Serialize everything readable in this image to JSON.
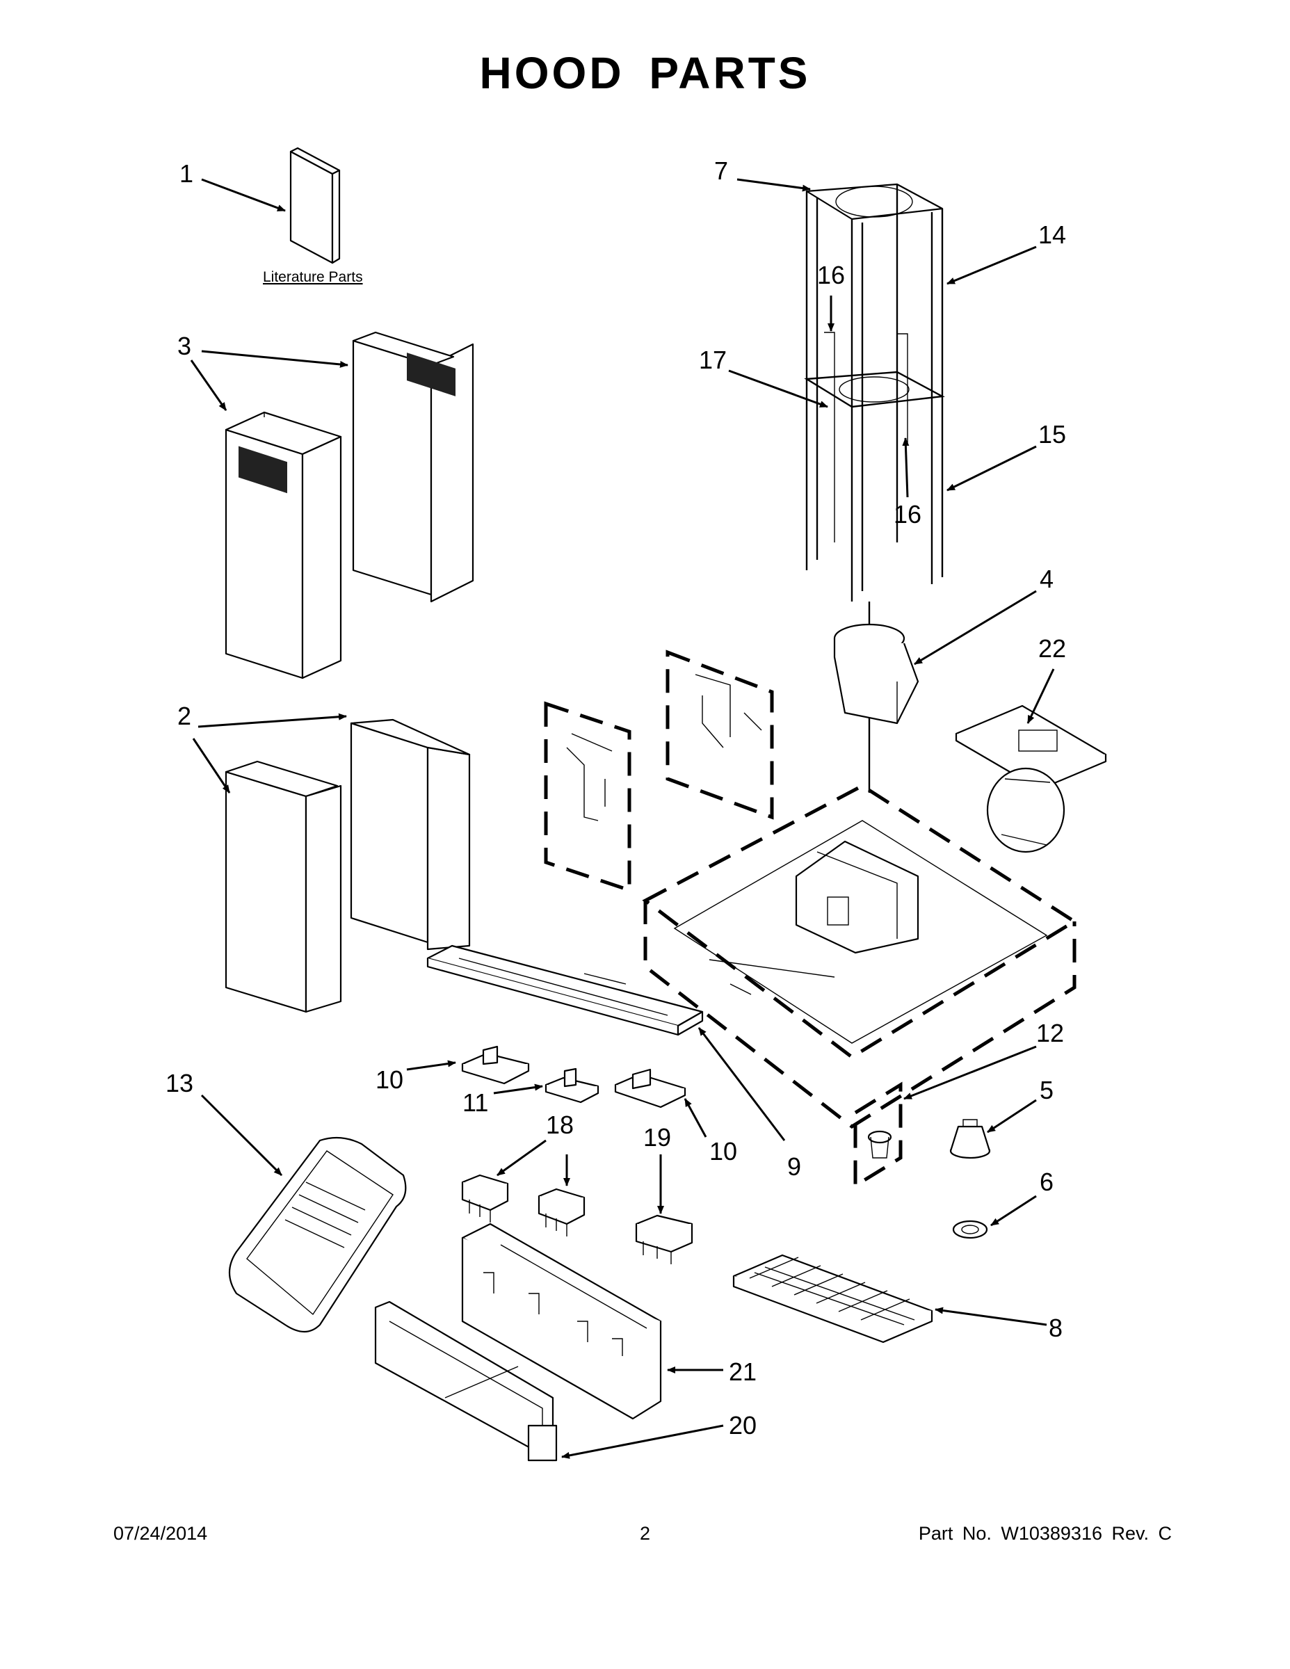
{
  "page": {
    "title": "HOOD PARTS",
    "literature_label": "Literature Parts"
  },
  "callouts": [
    "1",
    "2",
    "3",
    "4",
    "5",
    "6",
    "7",
    "8",
    "9",
    "10",
    "10",
    "11",
    "12",
    "13",
    "14",
    "15",
    "16",
    "16",
    "17",
    "18",
    "19",
    "20",
    "21",
    "22"
  ],
  "footer": {
    "date": "07/24/2014",
    "page_number": "2",
    "part_number": "Part No.  W10389316  Rev.  C"
  }
}
